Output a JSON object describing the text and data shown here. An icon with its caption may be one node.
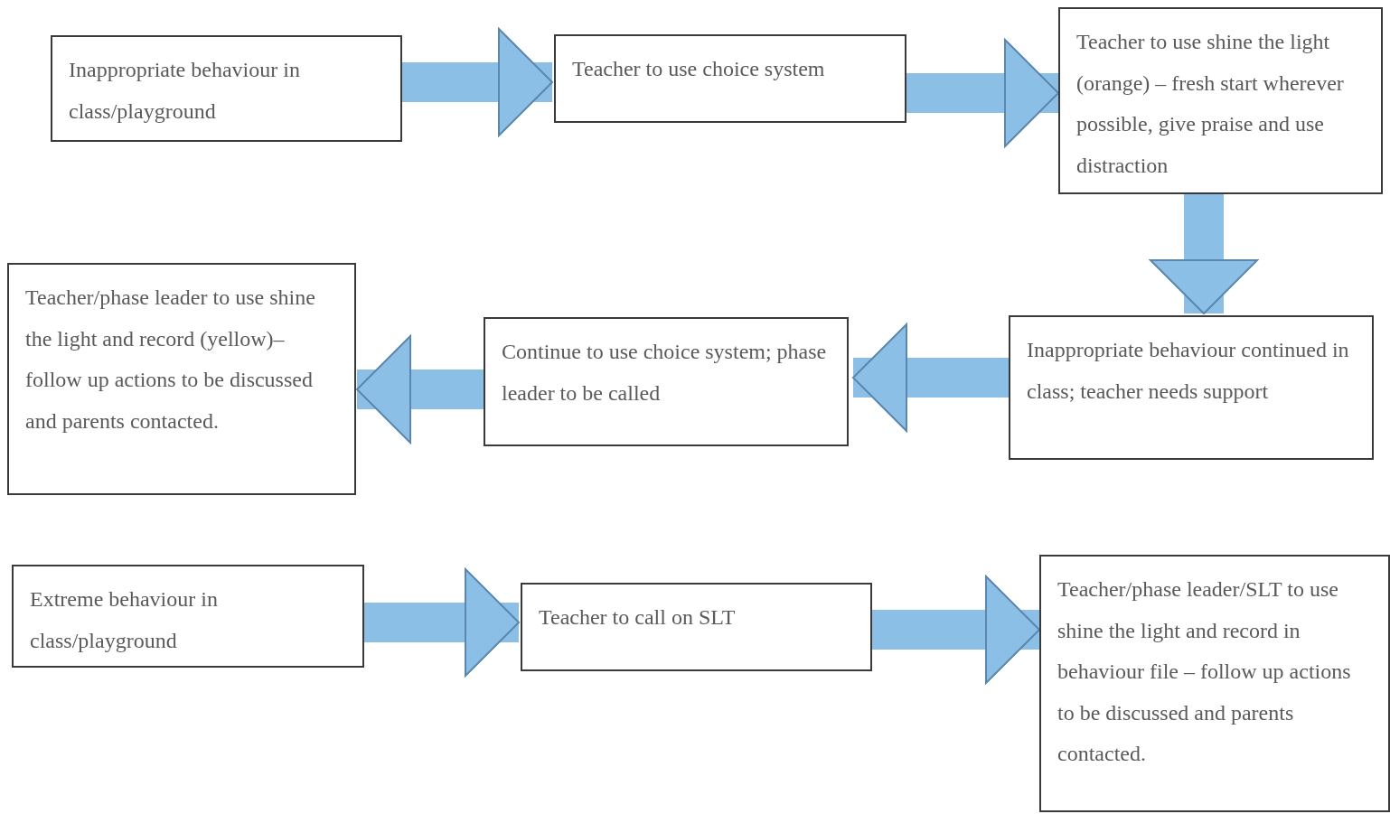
{
  "diagram": {
    "nodes": [
      {
        "text": [
          "Inappropriate behaviour in class/playground"
        ]
      },
      {
        "text": [
          "Teacher to use choice system"
        ]
      },
      {
        "text": [
          "Teacher to use shine the light (orange) – fresh start wherever possible, give praise and use distraction"
        ]
      },
      {
        "text": [
          "Inappropriate behaviour continued in class; teacher needs support"
        ]
      },
      {
        "text": [
          "Continue to use choice system; phase leader to be called"
        ]
      },
      {
        "text": [
          "Teacher/phase leader to use shine the light and record (yellow)– follow up actions to be discussed and parents contacted."
        ]
      },
      {
        "text": [
          "Extreme behaviour in class/playground"
        ]
      },
      {
        "text": [
          "Teacher to call on SLT"
        ]
      },
      {
        "text": [
          "Teacher/phase leader/SLT to use shine the light and record in behaviour file – follow up actions to be discussed and parents contacted."
        ]
      }
    ],
    "edges": [
      {
        "from": 0,
        "to": 1,
        "arrow": "to"
      },
      {
        "from": 1,
        "to": 2,
        "arrow": "to"
      },
      {
        "from": 2,
        "to": 3,
        "arrow": "to"
      },
      {
        "from": 3,
        "to": 4,
        "arrow": "to"
      },
      {
        "from": 4,
        "to": 5,
        "arrow": "to"
      },
      {
        "from": 6,
        "to": 7,
        "arrow": "to"
      },
      {
        "from": 7,
        "to": 8,
        "arrow": "to"
      }
    ]
  }
}
